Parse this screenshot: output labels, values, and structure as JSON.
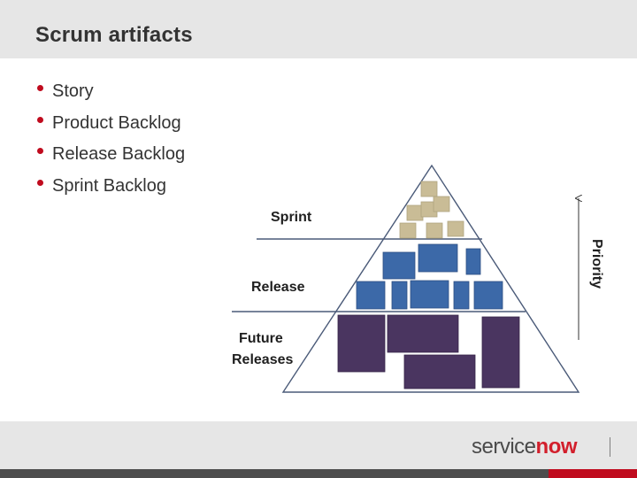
{
  "header": {
    "title": "Scrum artifacts"
  },
  "bullets": [
    {
      "label": "Story"
    },
    {
      "label": "Product Backlog"
    },
    {
      "label": "Release Backlog"
    },
    {
      "label": "Sprint Backlog"
    }
  ],
  "diagram": {
    "levels": {
      "sprint": "Sprint",
      "release": "Release",
      "future_line1": "Future",
      "future_line2": "Releases"
    },
    "priority_label": "Priority",
    "colors": {
      "sprint_blocks": "#c9bc96",
      "release_blocks": "#3c69a8",
      "future_blocks": "#4a3560"
    }
  },
  "footer": {
    "logo_prefix": "service",
    "logo_suffix": "now"
  },
  "colors": {
    "accent_red": "#c00b1e",
    "title_bar": "#e6e6e6"
  }
}
